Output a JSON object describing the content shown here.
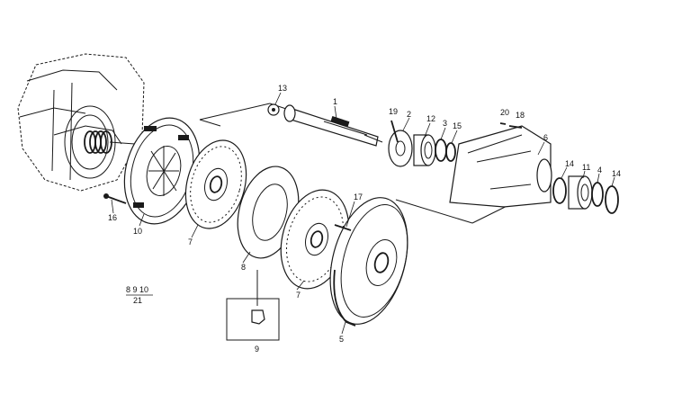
{
  "labels": {
    "l1": "1",
    "l2": "2",
    "l3": "3",
    "l4": "4",
    "l5": "5",
    "l6": "6",
    "l7a": "7",
    "l7b": "7",
    "l8": "8",
    "l9": "9",
    "l10": "10",
    "l11": "11",
    "l12": "12",
    "l13": "13",
    "l14a": "14",
    "l14b": "14",
    "l15": "15",
    "l16": "16",
    "l17": "17",
    "l18": "18",
    "l19": "19",
    "l20": "20"
  },
  "note": {
    "top": "8 9 10",
    "bottom": "21"
  }
}
